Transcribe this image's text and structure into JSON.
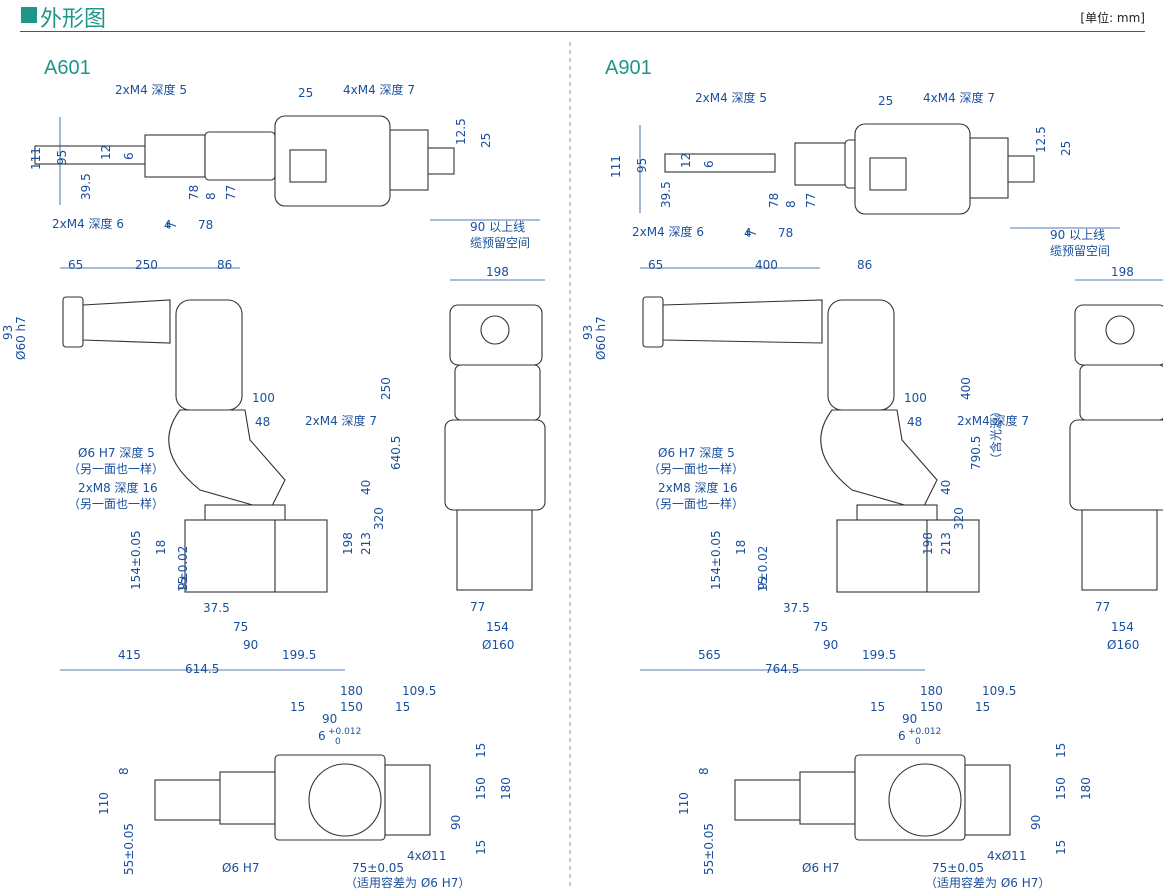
{
  "header": {
    "title": "外形图",
    "unit": "[单位: mm]"
  },
  "models": [
    {
      "name": "A601",
      "top": {
        "d_2xm4_5": "2xM4 深度 5",
        "d_4xm4_7": "4xM4 深度 7",
        "d_2xm4_6": "2xM4 深度 6",
        "d_25": "25",
        "d_111": "111",
        "d_95": "95",
        "d_12": "12",
        "d_6": "6",
        "d_39_5": "39.5",
        "d_78a": "78",
        "d_8": "8",
        "d_77": "77",
        "d_4": "4",
        "d_7": "7",
        "d_78b": "78",
        "d_12_5": "12.5",
        "d_25r": "25",
        "d_90_line1": "90 以上线",
        "d_90_line2": "缆预留空间"
      },
      "side": {
        "d_65": "65",
        "d_250h": "250",
        "d_86": "86",
        "d_93": "93",
        "d_phi60": "Ø60 h7",
        "d_250v": "250",
        "d_100": "100",
        "d_48": "48",
        "d_2xm4_7": "2xM4 深度 7",
        "d_640_5": "640.5",
        "d_phi6": "Ø6 H7 深度 5",
        "d_same1": "（另一面也一样）",
        "d_2xm8": "2xM8 深度 16",
        "d_same2": "（另一面也一样）",
        "d_40": "40",
        "d_320": "320",
        "d_18": "18",
        "d_154": "154±0.05",
        "d_9": "9±0.02",
        "d_15": "15",
        "d_198": "198",
        "d_213": "213",
        "d_37_5": "37.5",
        "d_75": "75",
        "d_90": "90",
        "d_199_5": "199.5",
        "d_415": "415",
        "d_614_5": "614.5"
      },
      "front": {
        "d_198": "198",
        "d_77": "77",
        "d_154": "154",
        "d_phi160": "Ø160"
      },
      "bottom": {
        "d_180": "180",
        "d_109_5": "109.5",
        "d_15a": "15",
        "d_150": "150",
        "d_15b": "15",
        "d_90": "90",
        "d_6tol": "6",
        "d_tol_up": "+0.012",
        "d_tol_dn": "0",
        "d_8": "8",
        "d_110": "110",
        "d_55": "55±0.05",
        "d_15r": "15",
        "d_150r": "150",
        "d_180r": "180",
        "d_90r": "90",
        "d_15rb": "15",
        "d_phi6h7": "Ø6 H7",
        "d_75": "75±0.05",
        "d_4xphi11": "4xØ11",
        "d_fit": "（适用容差为 Ø6 H7）"
      }
    },
    {
      "name": "A901",
      "top": {
        "d_2xm4_5": "2xM4 深度 5",
        "d_4xm4_7": "4xM4 深度 7",
        "d_2xm4_6": "2xM4 深度 6",
        "d_25": "25",
        "d_111": "111",
        "d_95": "95",
        "d_12": "12",
        "d_6": "6",
        "d_39_5": "39.5",
        "d_78a": "78",
        "d_8": "8",
        "d_77": "77",
        "d_4": "4",
        "d_7": "7",
        "d_78b": "78",
        "d_12_5": "12.5",
        "d_25r": "25",
        "d_90_line1": "90 以上线",
        "d_90_line2": "缆预留空间"
      },
      "side": {
        "d_65": "65",
        "d_400h": "400",
        "d_86": "86",
        "d_93": "93",
        "d_phi60": "Ø60 h7",
        "d_400v": "400",
        "d_100": "100",
        "d_48": "48",
        "d_2xm4_7": "2xM4 深度 7",
        "d_790_5": "790.5",
        "d_incl": "（含光源）",
        "d_phi6": "Ø6 H7 深度 5",
        "d_same1": "（另一面也一样）",
        "d_2xm8": "2xM8 深度 16",
        "d_same2": "（另一面也一样）",
        "d_40": "40",
        "d_320": "320",
        "d_18": "18",
        "d_154": "154±0.05",
        "d_9": "9±0.02",
        "d_15": "15",
        "d_198": "198",
        "d_213": "213",
        "d_37_5": "37.5",
        "d_75": "75",
        "d_90": "90",
        "d_199_5": "199.5",
        "d_565": "565",
        "d_764_5": "764.5"
      },
      "front": {
        "d_198": "198",
        "d_77": "77",
        "d_154": "154",
        "d_phi160": "Ø160"
      },
      "bottom": {
        "d_180": "180",
        "d_109_5": "109.5",
        "d_15a": "15",
        "d_150": "150",
        "d_15b": "15",
        "d_90": "90",
        "d_6tol": "6",
        "d_tol_up": "+0.012",
        "d_tol_dn": "0",
        "d_8": "8",
        "d_110": "110",
        "d_55": "55±0.05",
        "d_15r": "15",
        "d_150r": "150",
        "d_180r": "180",
        "d_90r": "90",
        "d_15rb": "15",
        "d_phi6h7": "Ø6 H7",
        "d_75": "75±0.05",
        "d_4xphi11": "4xØ11",
        "d_fit": "（适用容差为 Ø6 H7）"
      }
    }
  ],
  "colors": {
    "accent": "#1e9688",
    "dimension": "#1a4f9c",
    "outline": "#333333"
  }
}
